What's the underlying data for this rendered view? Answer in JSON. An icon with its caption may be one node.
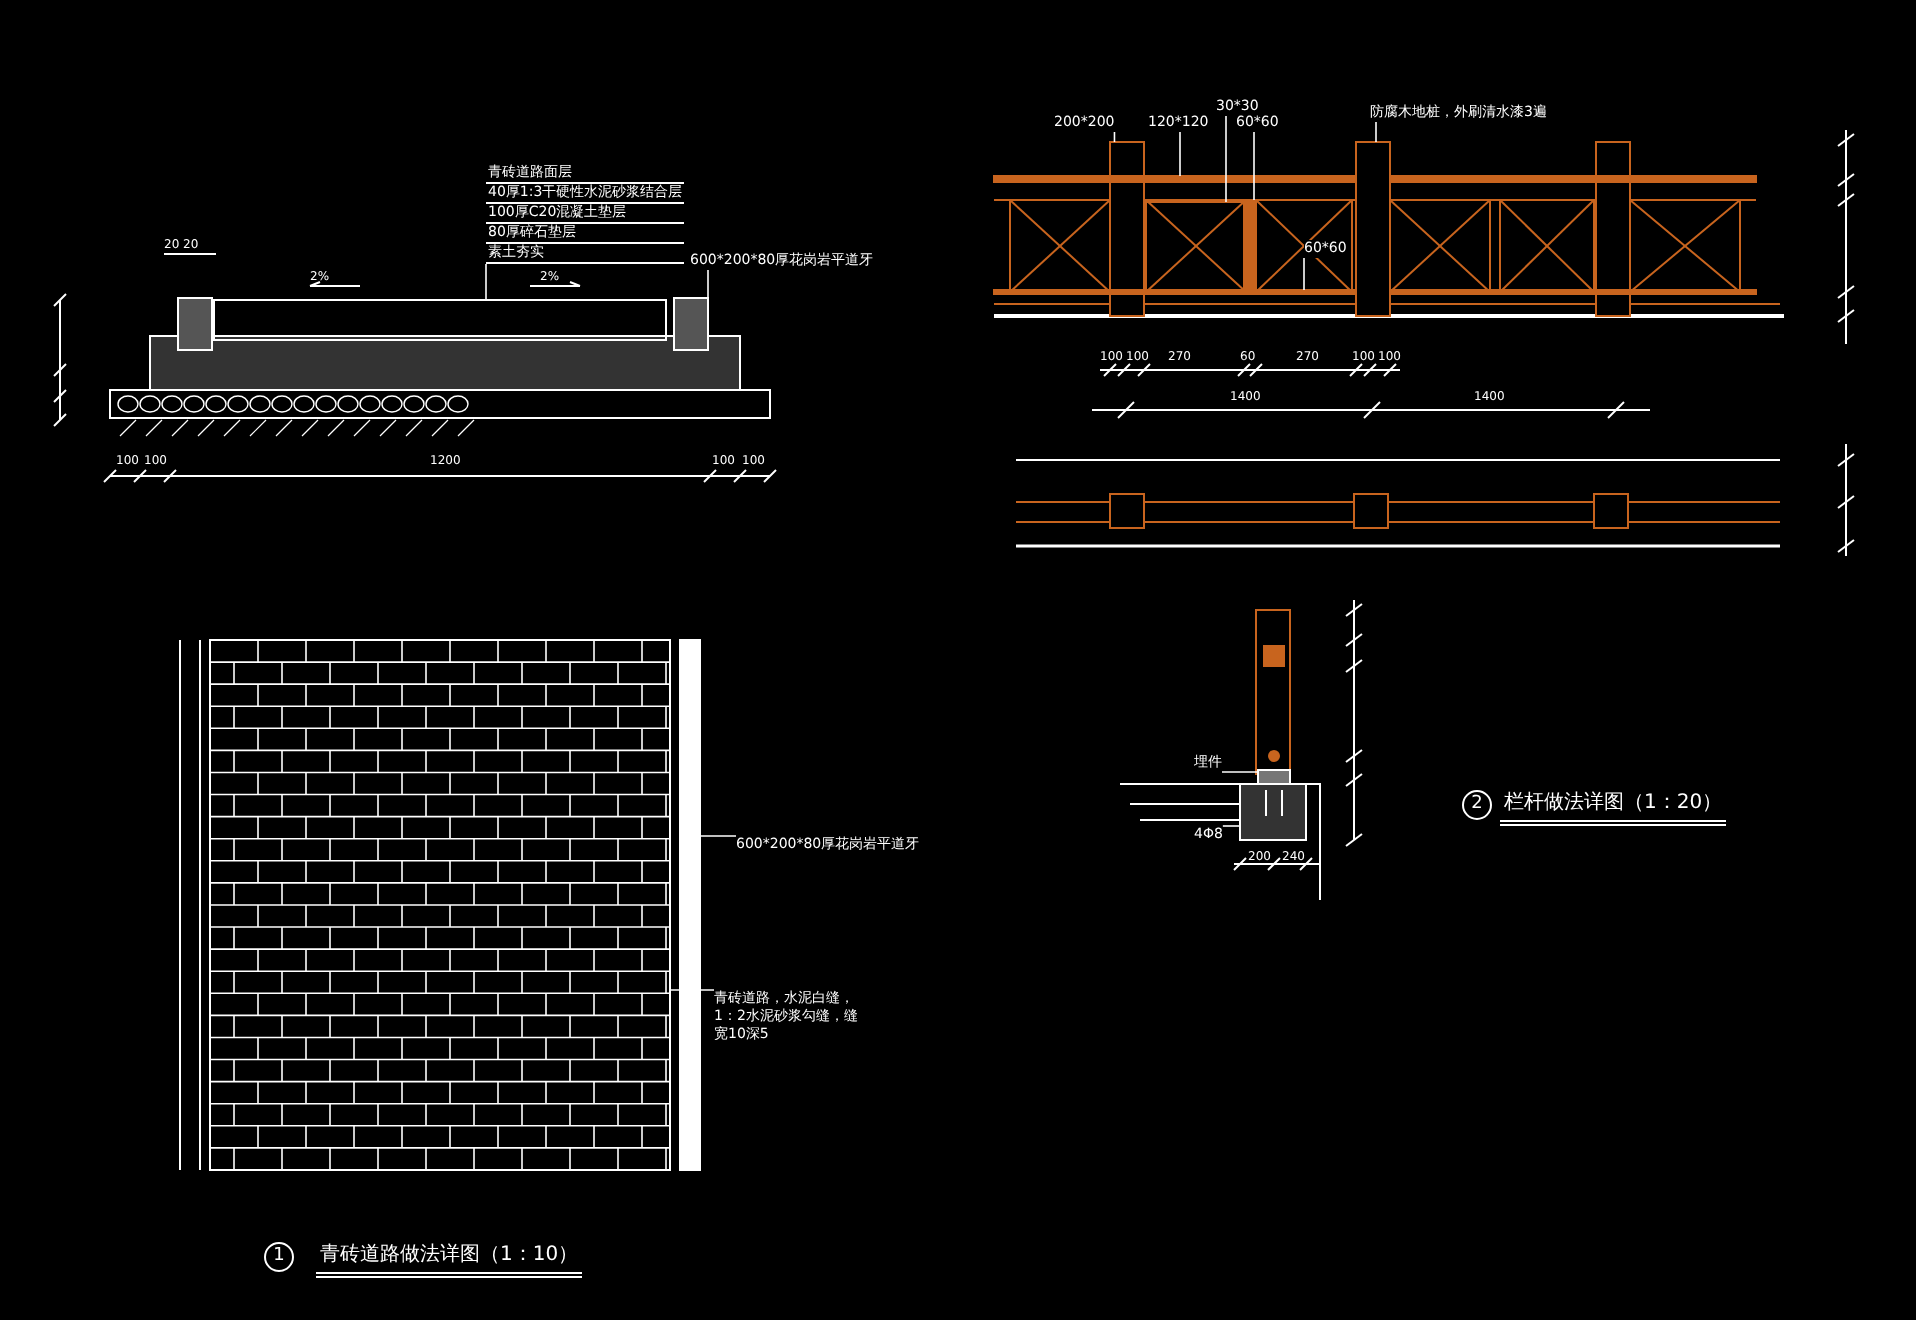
{
  "diagram": {
    "nodes": [
      {
        "text": [
          "青砖道路面层",
          "40厚1:3干硬性水泥砂浆结合层",
          "100厚C20混凝土垫层",
          "80厚碎石垫层",
          "素土夯实"
        ]
      },
      {
        "text": [
          "600*200*80厚花岗岩平道牙"
        ]
      },
      {
        "text": [
          "600*200*80厚花岗岩平道牙"
        ]
      },
      {
        "text": [
          "青砖道路，水泥白缝，1：2水泥砂浆勾缝，缝宽10深5"
        ]
      },
      {
        "text": [
          "200*200"
        ]
      },
      {
        "text": [
          "120*120"
        ]
      },
      {
        "text": [
          "30*30"
        ]
      },
      {
        "text": [
          "60*60"
        ]
      },
      {
        "text": [
          "60*60"
        ]
      },
      {
        "text": [
          "防腐木地桩，外刷清水漆3遍"
        ]
      },
      {
        "text": [
          "埋件"
        ]
      },
      {
        "text": [
          "4Φ8"
        ]
      },
      {
        "text": [
          "1"
        ]
      },
      {
        "text": [
          "2"
        ]
      },
      {
        "text": [],
        "shape": "box"
      },
      {
        "text": [],
        "shape": "box"
      },
      {
        "text": [],
        "shape": "bar"
      },
      {
        "text": [],
        "shape": "box"
      },
      {
        "text": [],
        "shape": "box"
      },
      {
        "text": [],
        "shape": "bar"
      },
      {
        "text": [],
        "shape": "box"
      },
      {
        "text": [],
        "shape": "bar"
      },
      {
        "text": [],
        "shape": "bar"
      },
      {
        "text": [],
        "shape": "box"
      },
      {
        "text": [],
        "shape": "box"
      },
      {
        "text": [],
        "shape": "box"
      }
    ],
    "edges": [
      {
        "from": 0,
        "to": 14,
        "arrow": "none"
      },
      {
        "from": 1,
        "to": 15,
        "arrow": "none"
      },
      {
        "from": 2,
        "to": 16,
        "arrow": "none"
      },
      {
        "from": 3,
        "to": 17,
        "arrow": "none"
      },
      {
        "from": 4,
        "to": 18,
        "arrow": "none"
      },
      {
        "from": 5,
        "to": 19,
        "arrow": "none"
      },
      {
        "from": 6,
        "to": 20,
        "arrow": "none"
      },
      {
        "from": 7,
        "to": 21,
        "arrow": "none"
      },
      {
        "from": 8,
        "to": 22,
        "arrow": "none"
      },
      {
        "from": 9,
        "to": 23,
        "arrow": "none"
      },
      {
        "from": 10,
        "to": 24,
        "arrow": "none"
      },
      {
        "from": 11,
        "to": 25,
        "arrow": "none"
      }
    ],
    "labels": [
      "20 20",
      "2%",
      "2%",
      "100",
      "100",
      "1200",
      "100",
      "100",
      "100",
      "100",
      "270",
      "60",
      "270",
      "100",
      "100",
      "1400",
      "1400",
      "200",
      "240",
      "青砖道路做法详图（1：10）",
      "栏杆做法详图（1：20）"
    ]
  }
}
